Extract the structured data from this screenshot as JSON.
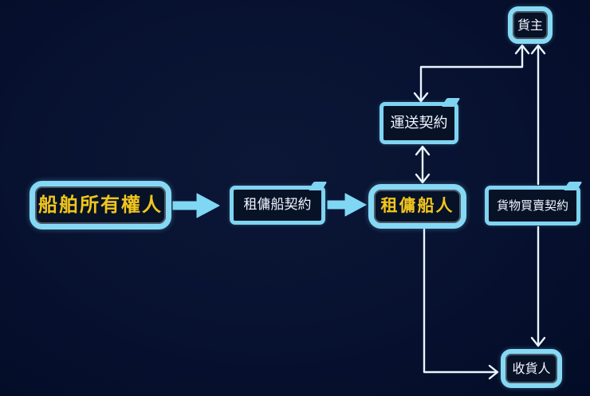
{
  "diagram": {
    "colors": {
      "background": "#071130",
      "box_border_cyan": "#85d9f4",
      "connector_white_cyan": "#e9f5fd",
      "thick_arrow_cyan": "#7fd7f3",
      "highlight_text_yellow": "#f2c51d",
      "normal_text_white": "#f2f6ff"
    },
    "nodes": {
      "shipowner": {
        "label": "船舶所有權人",
        "emphasis": "yellow-bold"
      },
      "charter_contract": {
        "label": "租傭船契約",
        "emphasis": "normal"
      },
      "charterer": {
        "label": "租傭船人",
        "emphasis": "yellow-bold"
      },
      "transport_contract": {
        "label": "運送契約",
        "emphasis": "normal"
      },
      "cargo_owner": {
        "label": "貨主",
        "emphasis": "normal"
      },
      "goods_sale_contract": {
        "label": "貨物買賣契約",
        "emphasis": "normal"
      },
      "consignee": {
        "label": "收貨人",
        "emphasis": "normal"
      }
    },
    "edges": [
      {
        "from": "shipowner",
        "to": "charter_contract",
        "style": "thick-filled-arrow",
        "direction": "right"
      },
      {
        "from": "charter_contract",
        "to": "charterer",
        "style": "thick-filled-arrow",
        "direction": "right"
      },
      {
        "from": "charterer",
        "to": "transport_contract",
        "style": "thin-line",
        "direction": "both"
      },
      {
        "from": "transport_contract",
        "to": "cargo_owner",
        "style": "thin-elbow",
        "direction": "both"
      },
      {
        "from": "goods_sale_contract",
        "to": "cargo_owner",
        "style": "thin-line",
        "direction": "up"
      },
      {
        "from": "goods_sale_contract",
        "to": "consignee",
        "style": "thin-line",
        "direction": "down"
      },
      {
        "from": "charterer",
        "to": "consignee",
        "style": "thin-elbow",
        "direction": "right"
      }
    ]
  }
}
